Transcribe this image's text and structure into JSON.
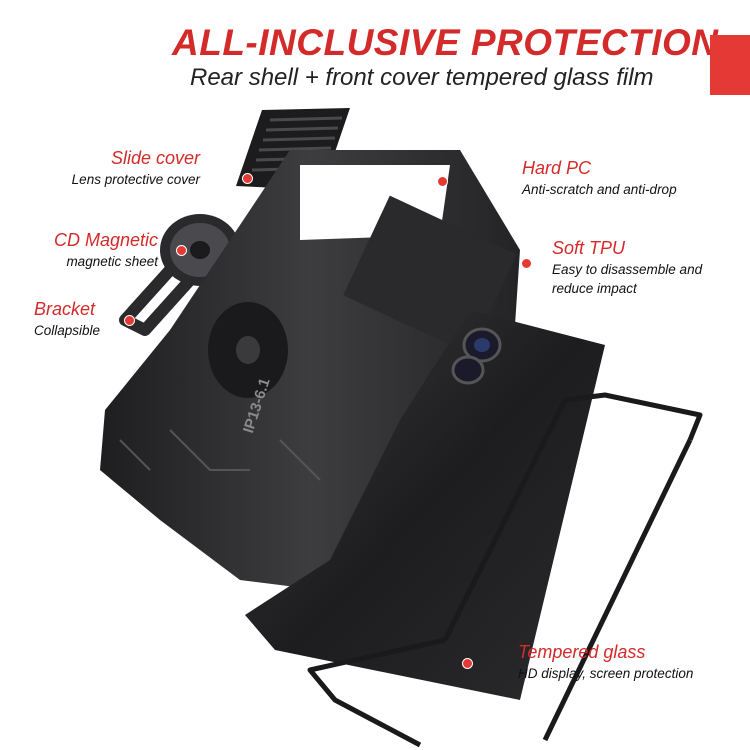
{
  "header": {
    "title": "ALL-INCLUSIVE PROTECTION",
    "subtitle": "Rear shell + front cover tempered glass film"
  },
  "callouts": {
    "slide_cover": {
      "title": "Slide cover",
      "desc": "Lens protective cover"
    },
    "cd_magnetic": {
      "title": "CD Magnetic",
      "desc": "magnetic sheet"
    },
    "bracket": {
      "title": "Bracket",
      "desc": "Collapsible"
    },
    "hard_pc": {
      "title": "Hard PC",
      "desc": "Anti-scratch and anti-drop"
    },
    "soft_tpu": {
      "title": "Soft TPU",
      "desc": "Easy to disassemble and reduce impact"
    },
    "tempered_glass": {
      "title": "Tempered glass",
      "desc": "HD display, screen protection"
    }
  },
  "model_label": "IP13-6.1",
  "colors": {
    "accent": "#d32a2a",
    "marker": "#e53935",
    "case": "#2b2b2d"
  }
}
